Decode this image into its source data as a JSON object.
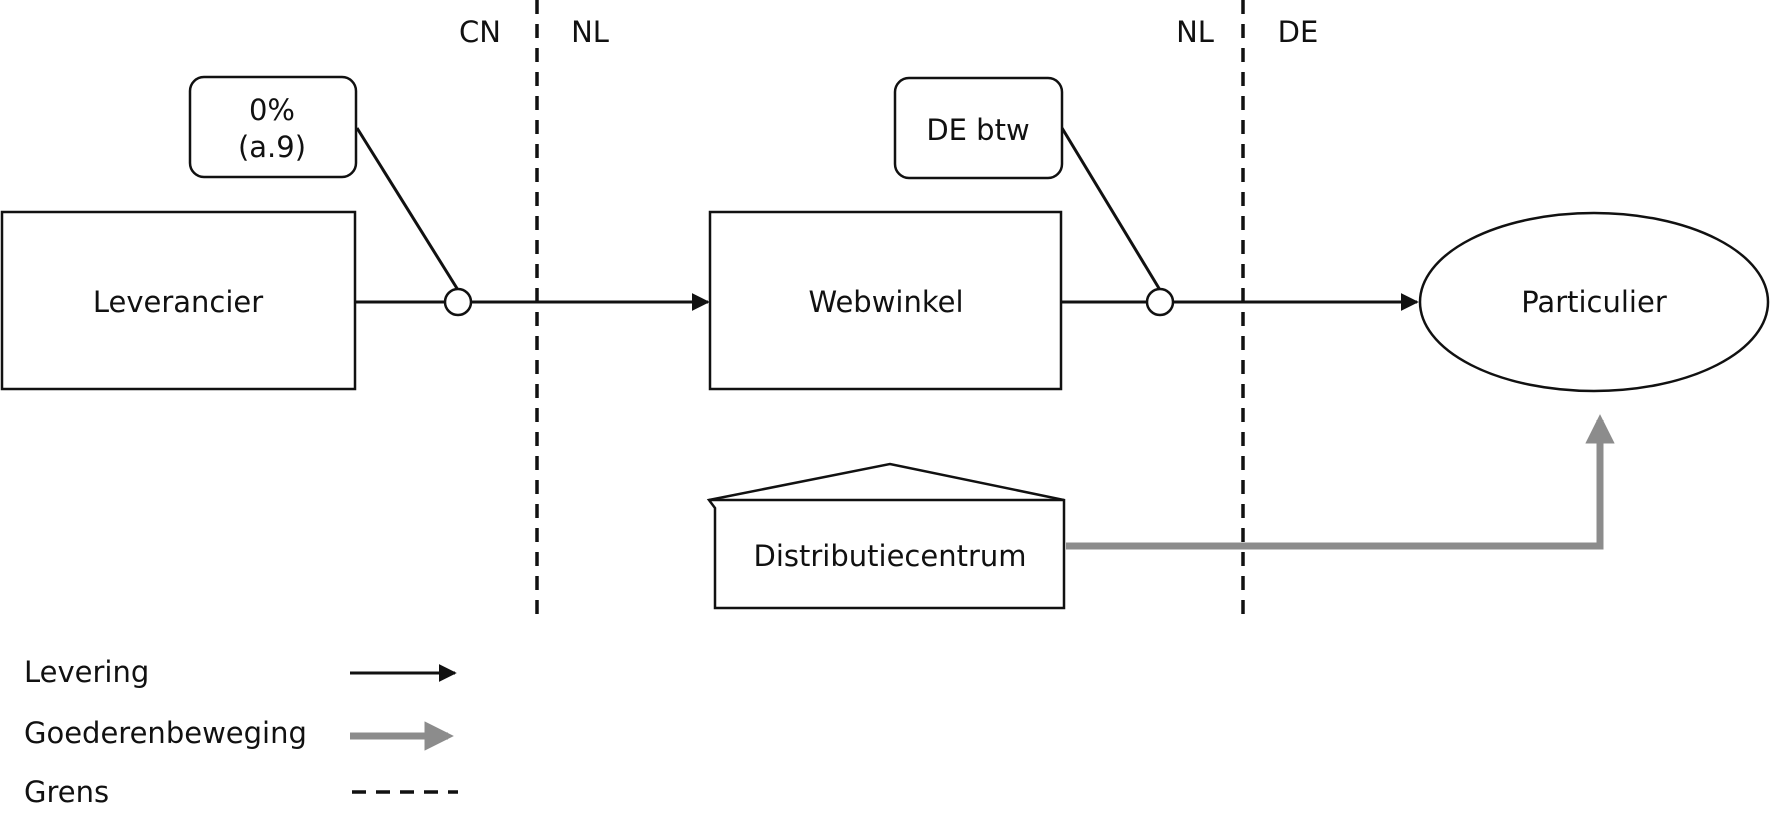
{
  "regions": {
    "cn": "CN",
    "nl_left": "NL",
    "nl_right": "NL",
    "de": "DE"
  },
  "nodes": {
    "supplier": "Leverancier",
    "webshop": "Webwinkel",
    "consumer": "Particulier",
    "distribution_center": "Distributiecentrum"
  },
  "callouts": {
    "zero_rate_line1": "0%",
    "zero_rate_line2": "(a.9)",
    "de_vat": "DE btw"
  },
  "legend": {
    "delivery": "Levering",
    "goods_movement": "Goederenbeweging",
    "border": "Grens"
  },
  "colors": {
    "line": "#111111",
    "goods_movement": "#8c8c8c"
  }
}
